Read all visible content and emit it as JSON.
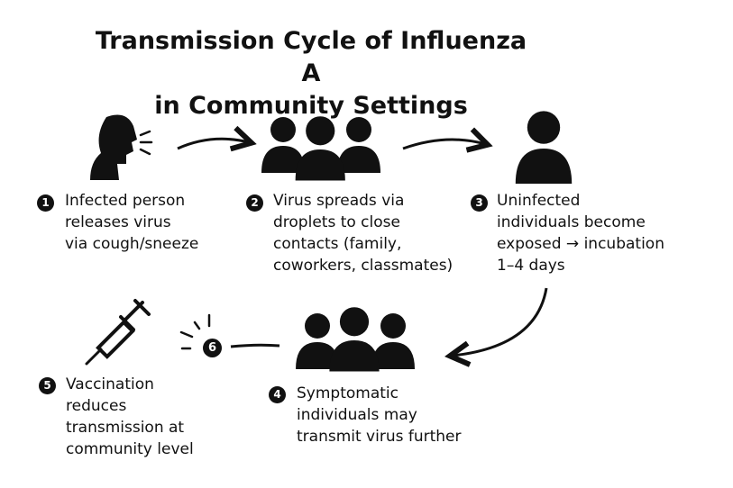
{
  "title_lines": [
    "Transmission Cycle of Influenza A",
    "in Community Settings"
  ],
  "steps": [
    {
      "number": "1",
      "text": "Infected person\nreleases virus\nvia cough/sneeze"
    },
    {
      "number": "2",
      "text": "Virus spreads via\ndroplets to close\ncontacts (family,\ncoworkers, classmates)"
    },
    {
      "number": "3",
      "text": "Uninfected\nindividuals become\nexposed → incubation\n1–4 days"
    },
    {
      "number": "4",
      "text": "Symptomatic\nindividuals may\ntransmit virus further"
    },
    {
      "number": "5",
      "text": "Vaccination\nreduces\ntransmission at\ncommunity level"
    },
    {
      "number": "6",
      "text": ""
    }
  ]
}
